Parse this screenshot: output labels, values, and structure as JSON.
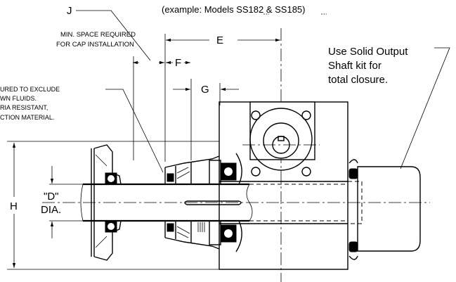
{
  "labels": {
    "example": "(example: Models SS182 & SS185)",
    "dim_j": "J",
    "dim_e": "E",
    "dim_f": "F",
    "dim_g": "G",
    "dim_h": "H",
    "dia_line1": "\"D\"",
    "dia_line2": "DIA.",
    "min_space_line1": "MIN. SPACE REQUIRED",
    "min_space_line2": "FOR CAP INSTALLATION",
    "seal_note_line1": "URED TO EXCLUDE",
    "seal_note_line2": "WN FLUIDS.",
    "seal_note_line3": "RIA RESISTANT,",
    "seal_note_line4": "CTION MATERIAL.",
    "kit_note_line1": "Use Solid Output",
    "kit_note_line2": "Shaft kit for",
    "kit_note_line3": "total closure."
  }
}
